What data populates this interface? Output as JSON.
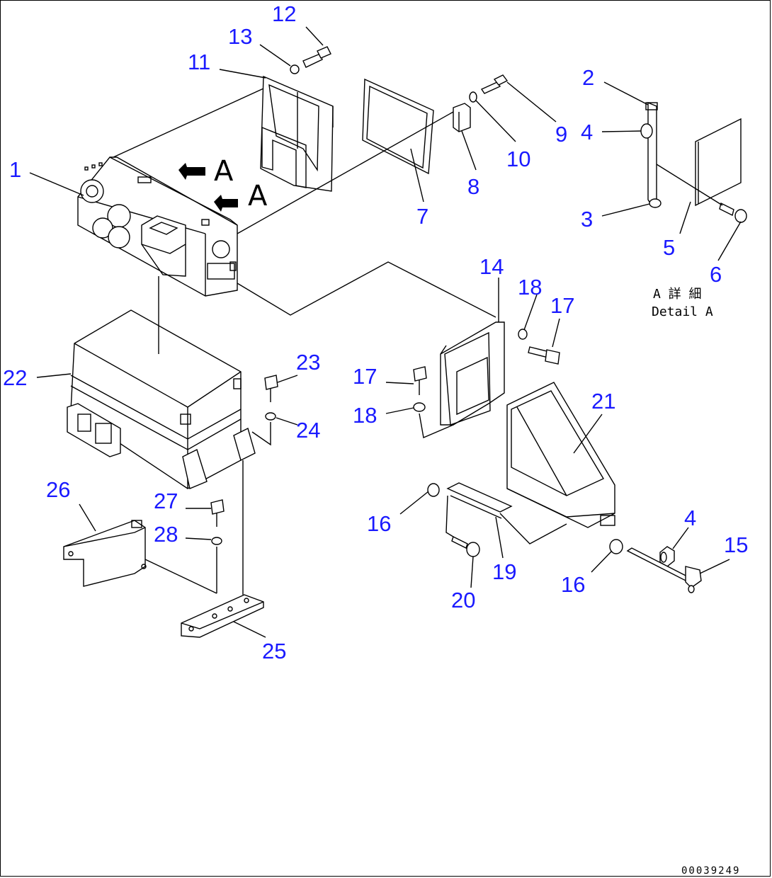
{
  "callouts": {
    "c1": "1",
    "c2": "2",
    "c3": "3",
    "c4a": "4",
    "c4b": "4",
    "c5": "5",
    "c6": "6",
    "c7": "7",
    "c8": "8",
    "c9": "9",
    "c10": "10",
    "c11": "11",
    "c12": "12",
    "c13": "13",
    "c14": "14",
    "c15": "15",
    "c16a": "16",
    "c16b": "16",
    "c17a": "17",
    "c17b": "17",
    "c18a": "18",
    "c18b": "18",
    "c19": "19",
    "c20": "20",
    "c21": "21",
    "c22": "22",
    "c23": "23",
    "c24": "24",
    "c25": "25",
    "c26": "26",
    "c27": "27",
    "c28": "28"
  },
  "view_markers": {
    "a1": "A",
    "a2": "A"
  },
  "detail": {
    "jp": "A 詳 細",
    "en": "Detail A"
  },
  "drawing_code": "00039249",
  "colors": {
    "callout": "#1a1aff",
    "line": "#000000",
    "background": "#ffffff"
  }
}
